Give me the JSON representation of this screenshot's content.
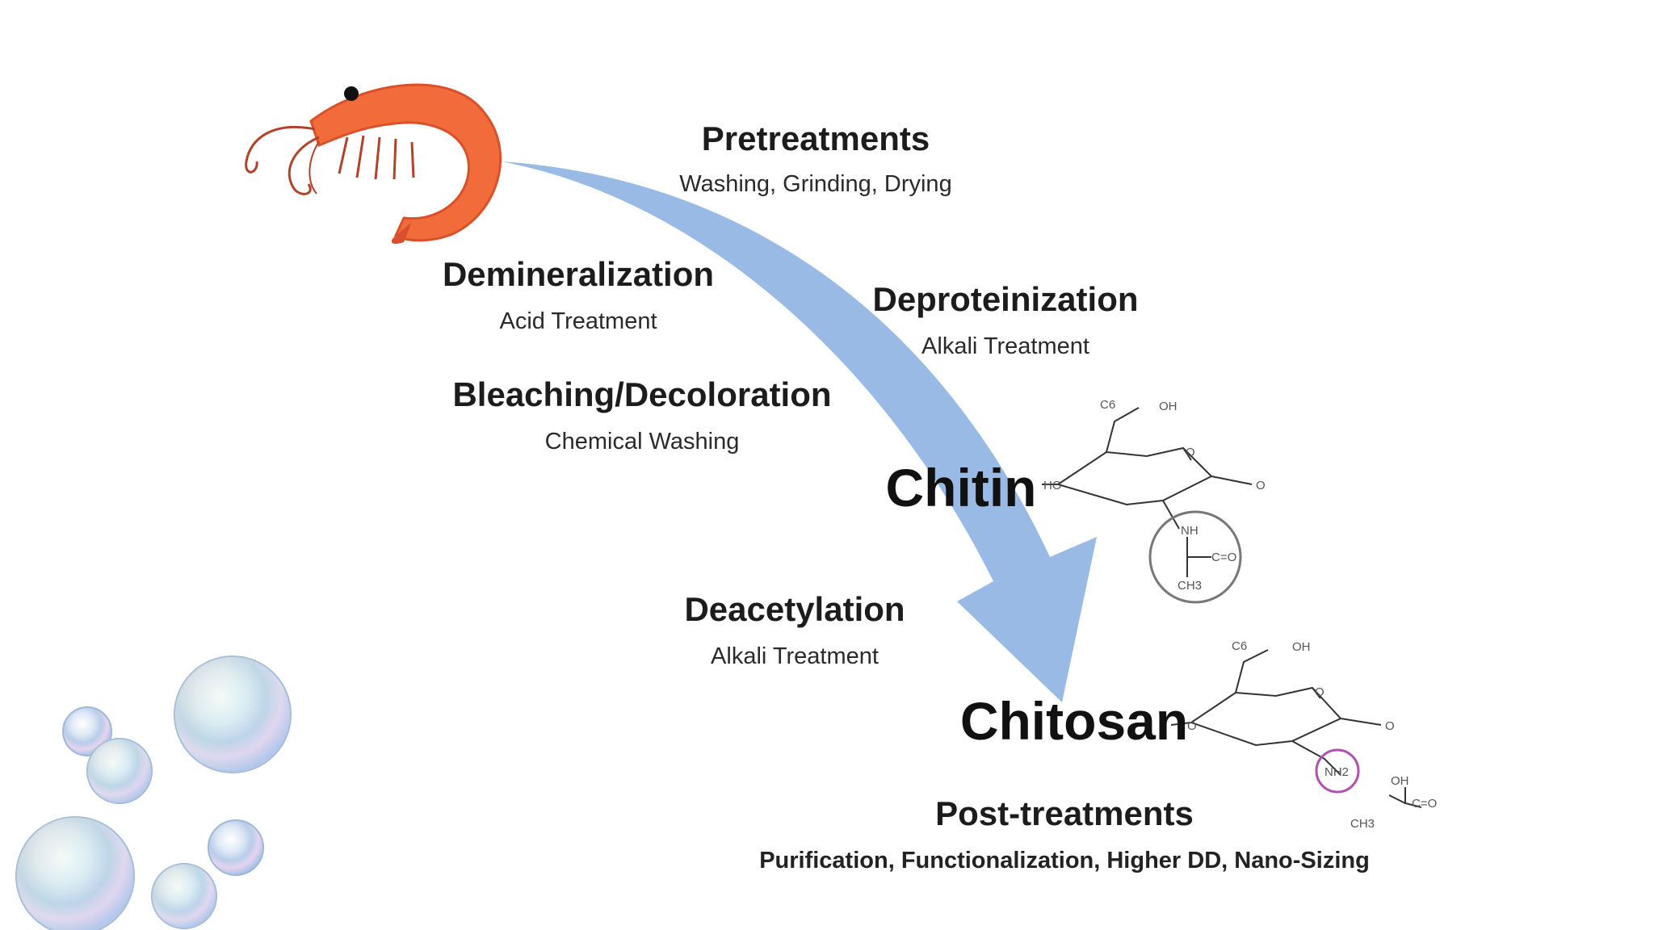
{
  "steps": {
    "pretreatments": {
      "title": "Pretreatments",
      "detail": "Washing, Grinding, Drying"
    },
    "demineralization": {
      "title": "Demineralization",
      "detail": "Acid Treatment"
    },
    "deproteinization": {
      "title": "Deproteinization",
      "detail": "Alkali Treatment"
    },
    "bleaching": {
      "title": "Bleaching/Decoloration",
      "detail": "Chemical Washing"
    },
    "deacetylation": {
      "title": "Deacetylation",
      "detail": "Alkali Treatment"
    },
    "post": {
      "title": "Post-treatments",
      "detail": "Purification, Functionalization, Higher DD, Nano-Sizing"
    }
  },
  "products": {
    "chitin": "Chitin",
    "chitosan": "Chitosan"
  },
  "chitin_structure": {
    "ch2": "C6",
    "oh": "OH",
    "ring_o": "O",
    "link_o": "O",
    "ho": "HO",
    "nh": "NH",
    "co": "C=O",
    "ch3": "CH3"
  },
  "chitosan_structure": {
    "ch2": "C6",
    "oh": "OH",
    "ring_o": "O",
    "link_o": "O",
    "left_o": "O",
    "nh2": "NH2",
    "acid_oh": "OH",
    "acid_co": "C=O",
    "acid_ch3": "CH3"
  },
  "colors": {
    "arrow": "#8fb4e3",
    "shrimp": "#f26b3a",
    "shrimp_dark": "#d9502a",
    "chitin_circle": "#777777",
    "chitosan_circle": "#b050b0"
  }
}
